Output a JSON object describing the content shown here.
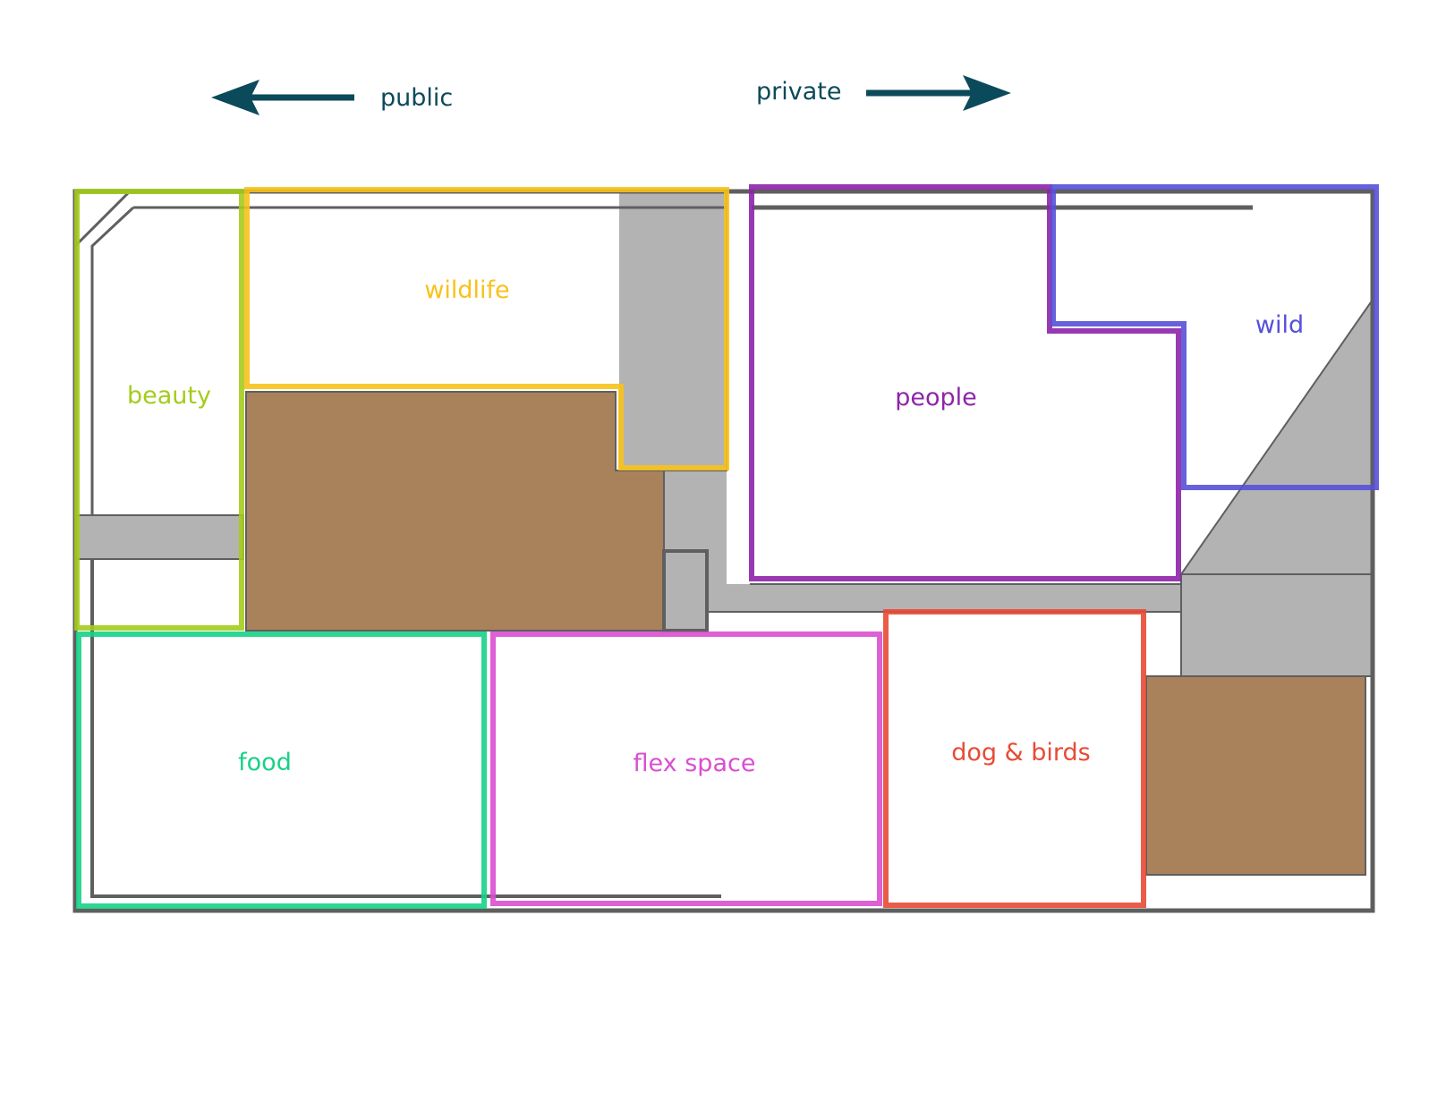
{
  "legend": {
    "public_label": "public",
    "private_label": "private",
    "arrow_color": "#0b4a5a"
  },
  "zones": {
    "beauty": {
      "label": "beauty",
      "color": "#a4cc1c"
    },
    "wildlife": {
      "label": "wildlife",
      "color": "#f7c21b"
    },
    "people": {
      "label": "people",
      "color": "#8e24aa"
    },
    "wild": {
      "label": "wild",
      "color": "#5750d8"
    },
    "food": {
      "label": "food",
      "color": "#17d187"
    },
    "flex_space": {
      "label": "flex space",
      "color": "#d94fd0"
    },
    "dog_birds": {
      "label": "dog & birds",
      "color": "#e84a35"
    }
  },
  "fills": {
    "paving": "#b3b3b3",
    "bed": "#a9825c",
    "outline": "#5f5f5f"
  }
}
